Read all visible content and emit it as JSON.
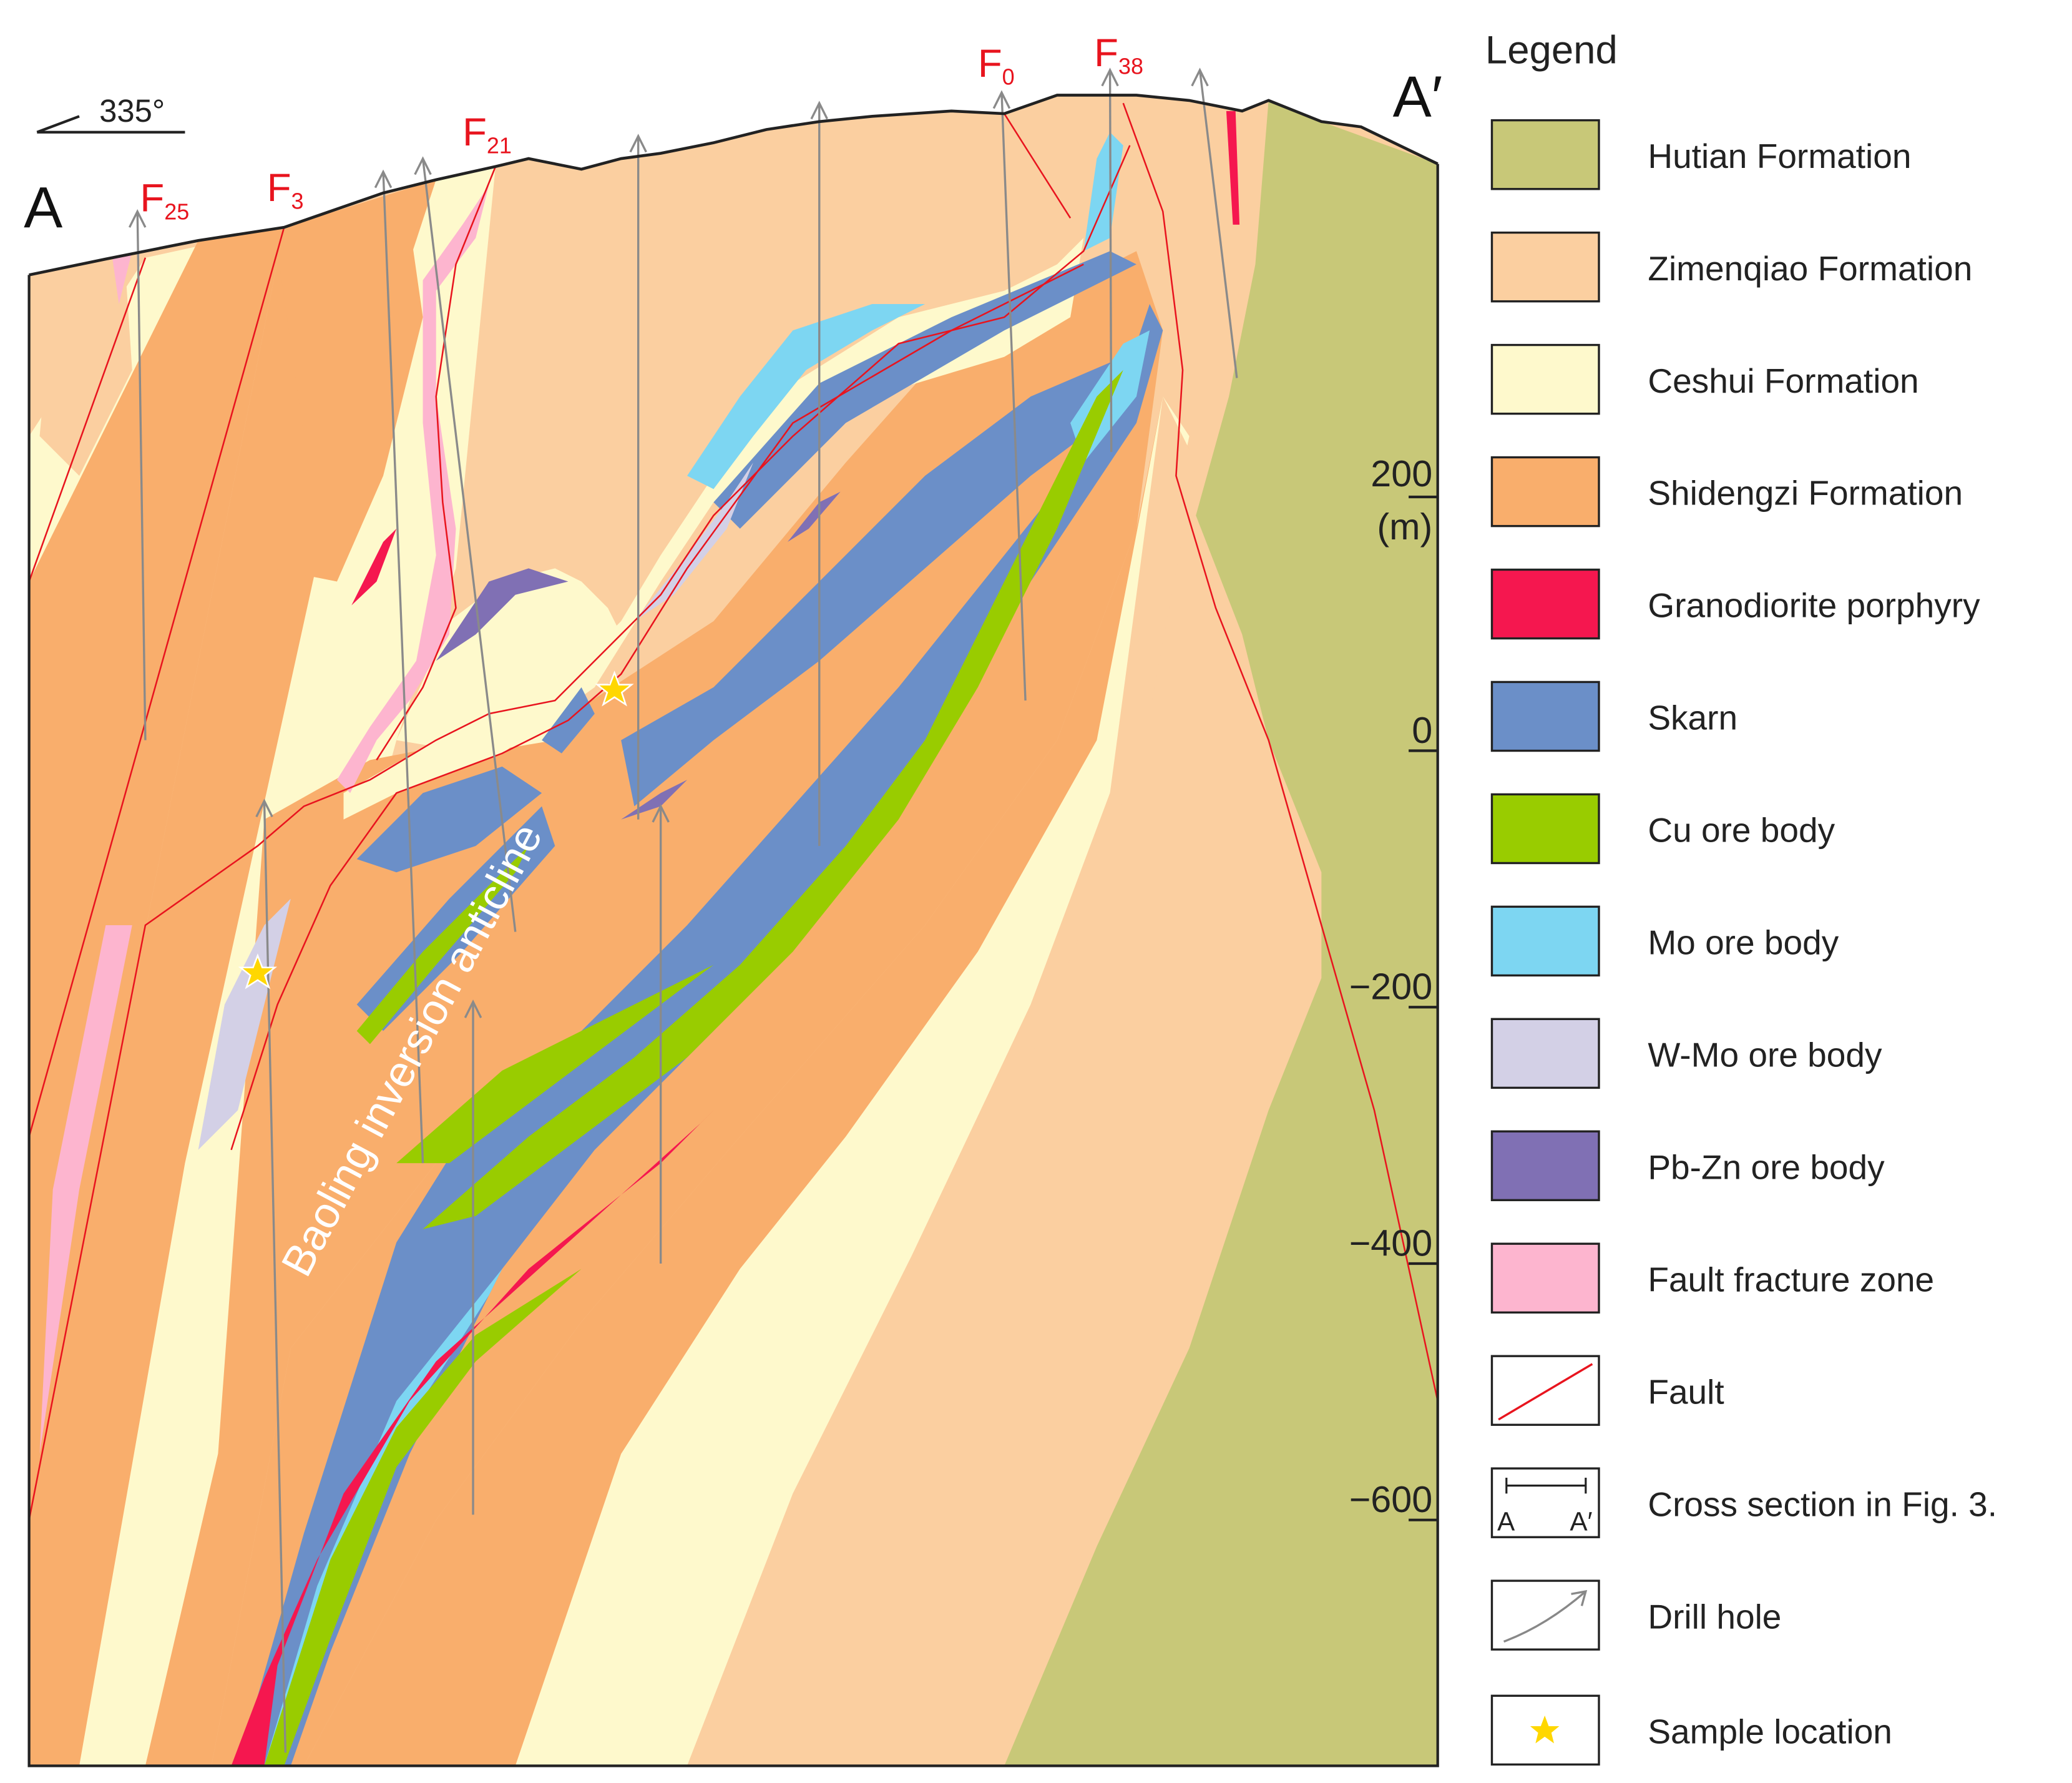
{
  "section": {
    "start_label": "A",
    "end_label": "A′",
    "orientation": "335°",
    "fold_label": "Baoling inversion anticline",
    "faults": [
      {
        "letter": "F",
        "sub": "25"
      },
      {
        "letter": "F",
        "sub": "3"
      },
      {
        "letter": "F",
        "sub": "21"
      },
      {
        "letter": "F",
        "sub": "0"
      },
      {
        "letter": "F",
        "sub": "38"
      }
    ],
    "scale": {
      "labels": [
        "200",
        "0",
        "−200",
        "−400",
        "−600"
      ],
      "unit": "(m)"
    }
  },
  "legend": {
    "title": "Legend",
    "items": [
      {
        "label": "Hutian Formation",
        "kind": "fill",
        "color": "#C8C878"
      },
      {
        "label": "Zimenqiao Formation",
        "kind": "fill",
        "color": "#FBCFA0"
      },
      {
        "label": "Ceshui Formation",
        "kind": "fill",
        "color": "#FEF9CC"
      },
      {
        "label": "Shidengzi Formation",
        "kind": "fill",
        "color": "#F9AE6C"
      },
      {
        "label": "Granodiorite porphyry",
        "kind": "fill",
        "color": "#F5174F"
      },
      {
        "label": "Skarn",
        "kind": "fill",
        "color": "#6B8FC8"
      },
      {
        "label": "Cu ore body",
        "kind": "fill",
        "color": "#99CC00"
      },
      {
        "label": "Mo ore body",
        "kind": "fill",
        "color": "#7DD6F2"
      },
      {
        "label": "W-Mo ore body",
        "kind": "fill",
        "color": "#D3D0E6"
      },
      {
        "label": "Pb-Zn ore body",
        "kind": "fill",
        "color": "#8070B4"
      },
      {
        "label": "Fault fracture zone",
        "kind": "fill",
        "color": "#FDB5CF"
      },
      {
        "label": "Fault",
        "kind": "fault-line",
        "color": "#E8141E"
      },
      {
        "label": "Cross section in Fig. 3.",
        "kind": "cross-section",
        "ends": [
          "A",
          "A′"
        ]
      },
      {
        "label": "Drill hole",
        "kind": "drill-hole",
        "color": "#888888"
      },
      {
        "label": "Sample location",
        "kind": "star",
        "color": "#FFD700"
      }
    ]
  }
}
